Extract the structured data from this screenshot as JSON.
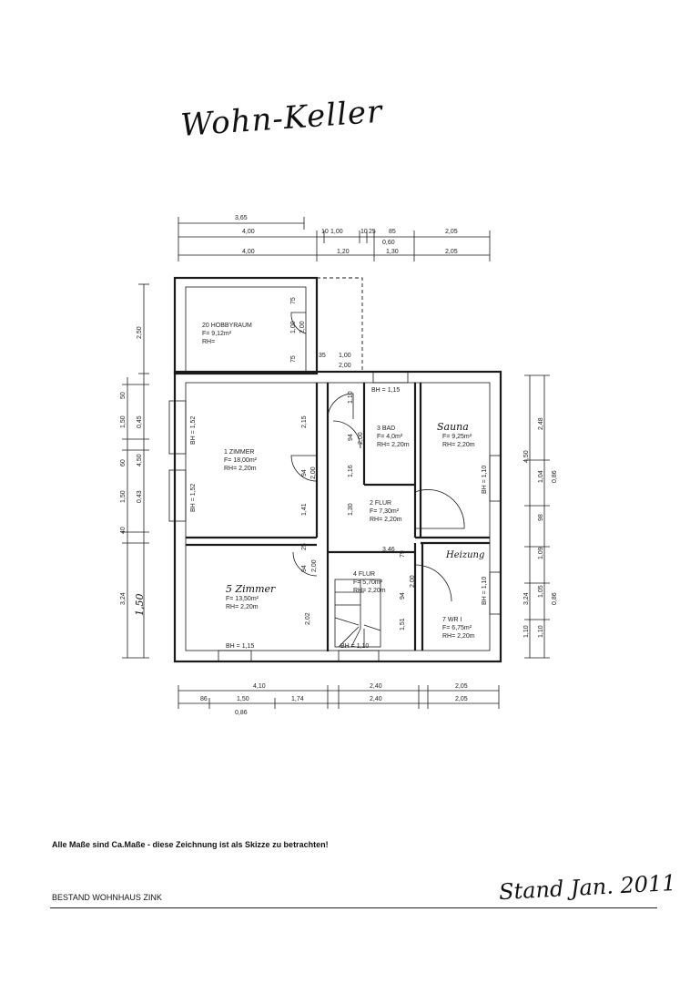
{
  "title": "Wohn-Keller",
  "note": "Alle Maße sind Ca.Maße - diese Zeichnung ist als Skizze zu betrachten!",
  "footer": {
    "project": "BESTAND WOHNHAUS ZINK",
    "stand": "Stand Jan. 2011"
  },
  "rooms": [
    {
      "id": "hobbyraum",
      "name": "20 HOBBYRAUM",
      "area": "F= 9,12m²",
      "height": "RH="
    },
    {
      "id": "zimmer1",
      "name": "1 ZIMMER",
      "area": "F= 18,00m²",
      "height": "RH= 2,20m"
    },
    {
      "id": "bad",
      "name": "3 BAD",
      "area": "F= 4,0m²",
      "height": "RH= 2,20m"
    },
    {
      "id": "sauna",
      "name": "Sauna",
      "area": "F= 9,25m²",
      "height": "RH= 2,20m"
    },
    {
      "id": "flur2",
      "name": "2 FLUR",
      "area": "F= 7,30m²",
      "height": "RH= 2,20m"
    },
    {
      "id": "zimmer5",
      "name": "5 Zimmer",
      "area": "F= 13,50m²",
      "height": "RH= 2,20m"
    },
    {
      "id": "flur4",
      "name": "4 FLUR",
      "area": "F= 5,70m²",
      "height": "RH= 2,20m"
    },
    {
      "id": "wr",
      "name": "7 WR I",
      "area": "F= 6,75m²",
      "height": "RH= 2,20m"
    },
    {
      "id": "heizung",
      "name": "Heizung"
    }
  ],
  "window_labels": [
    "BH = 1,52",
    "BH = 1,52",
    "BH = 1,15",
    "BH = 1,10",
    "BH = 1,10",
    "BH = 1,15",
    "BH = 1,10"
  ],
  "dims_top": {
    "row1": [
      "3,65"
    ],
    "row2": [
      "4,00",
      "10",
      "1,00",
      "10",
      "25",
      "85",
      "0,60",
      "2,05"
    ],
    "row3": [
      "4,00",
      "1,20",
      "1,30",
      "2,05"
    ]
  },
  "dims_bottom": {
    "row1": [
      "4,10",
      "2,40",
      "2,05"
    ],
    "row2": [
      "86",
      "1,50",
      "1,74",
      "2,40",
      "2,05"
    ],
    "row3": [
      "0,86"
    ]
  },
  "dims_left": {
    "outer": [
      "2,50",
      "50",
      "1,50",
      "60",
      "1,50",
      "40",
      "3,24"
    ],
    "inner": [
      "0,45",
      "4,50",
      "0,43",
      "1,50"
    ]
  },
  "dims_right": {
    "outer": [
      "4,50",
      "3,24",
      "1,10"
    ],
    "inner": [
      "2,48",
      "1,04",
      "98",
      "1,09",
      "1,05",
      "1,10"
    ],
    "third": [
      "0,86",
      "0,86"
    ]
  },
  "dims_interior": [
    "75",
    "1,00",
    "2,00",
    "75",
    "35",
    "1,00",
    "2,00",
    "2,15",
    "94",
    "2,00",
    "1,41",
    "1,10",
    "94",
    "2,00",
    "1,16",
    "1,30",
    "25",
    "94",
    "2,00",
    "2,02",
    "3,46",
    "79",
    "94",
    "2,00",
    "1,51"
  ]
}
